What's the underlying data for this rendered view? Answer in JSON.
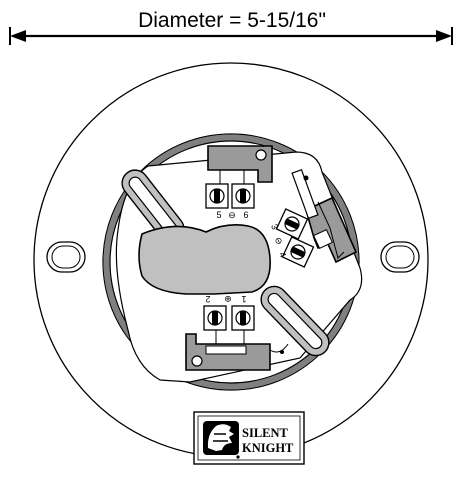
{
  "dimension": {
    "label": "Diameter = 5-15/16\""
  },
  "terminals": {
    "t5": "5",
    "t6": "6",
    "t3": "3",
    "t4": "4",
    "t1": "1",
    "t2": "2",
    "minus_sign": "⊖",
    "plus_sign": "⊕"
  },
  "logo": {
    "line1": "SILENT",
    "line2": "KNIGHT"
  },
  "colors": {
    "outline": "#000000",
    "ring": "#808080",
    "plate": "#9a9a9a",
    "blob": "#c0c0c0",
    "background": "#ffffff"
  }
}
